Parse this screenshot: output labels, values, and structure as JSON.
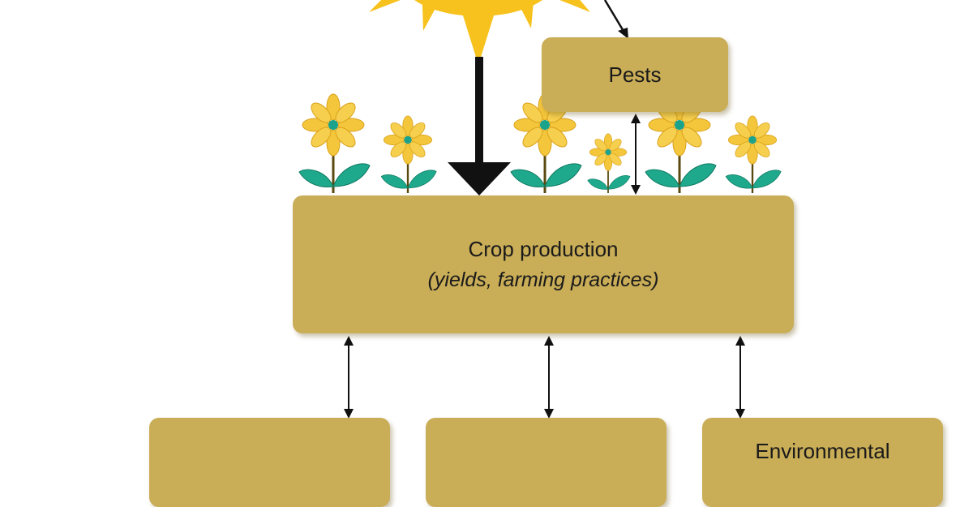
{
  "pests": {
    "label": "Pests"
  },
  "crop_production": {
    "title": "Crop production",
    "subtitle": "(yields, farming practices)"
  },
  "bottom_boxes": [
    {
      "label": ""
    },
    {
      "label": ""
    },
    {
      "label": "Environmental"
    }
  ],
  "colors": {
    "box_fill": "#c9ad57",
    "sun": "#f7c21e",
    "petal": "#f4c63c",
    "flower_center": "#1aa38a",
    "leaf": "#1fa98c",
    "arrow": "#111111"
  },
  "icons": [
    "sun-icon",
    "flower-icon",
    "arrow-icon"
  ]
}
